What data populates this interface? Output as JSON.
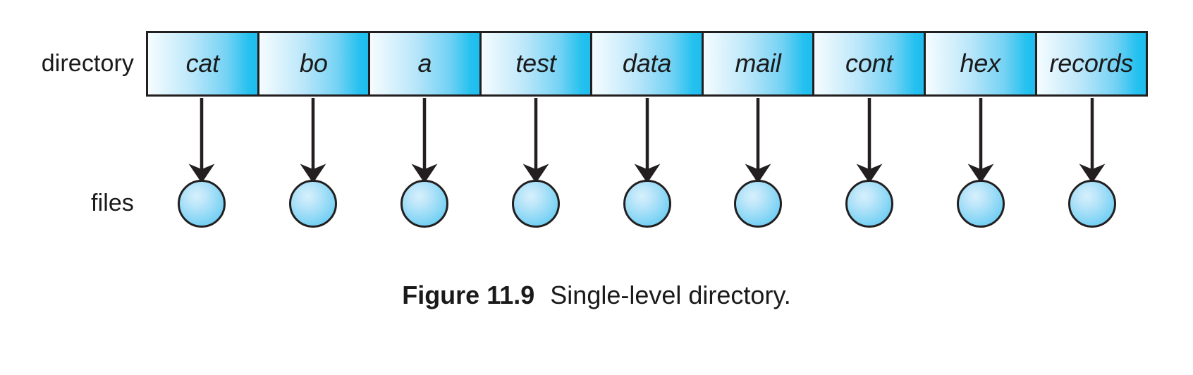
{
  "figure": {
    "caption_number": "Figure 11.9",
    "caption_title": "Single-level directory.",
    "row_labels": {
      "directory": "directory",
      "files": "files"
    }
  },
  "colors": {
    "cell_gradient_start": "#f5fcfe",
    "cell_gradient_end": "#1ebdee",
    "circle_highlight": "#d6f0fc",
    "circle_edge": "#59c5f0",
    "stroke": "#231f20",
    "text": "#1a1a1a",
    "background": "#ffffff"
  },
  "diagram": {
    "type": "single-level-directory",
    "directory_entries": [
      {
        "name": "cat"
      },
      {
        "name": "bo"
      },
      {
        "name": "a"
      },
      {
        "name": "test"
      },
      {
        "name": "data"
      },
      {
        "name": "mail"
      },
      {
        "name": "cont"
      },
      {
        "name": "hex"
      },
      {
        "name": "records"
      }
    ],
    "files": [
      {
        "icon": "file-circle-icon"
      },
      {
        "icon": "file-circle-icon"
      },
      {
        "icon": "file-circle-icon"
      },
      {
        "icon": "file-circle-icon"
      },
      {
        "icon": "file-circle-icon"
      },
      {
        "icon": "file-circle-icon"
      },
      {
        "icon": "file-circle-icon"
      },
      {
        "icon": "file-circle-icon"
      },
      {
        "icon": "file-circle-icon"
      }
    ],
    "arrows": {
      "count": 9,
      "direction": "down",
      "from": "directory-entry",
      "to": "file-circle"
    }
  }
}
